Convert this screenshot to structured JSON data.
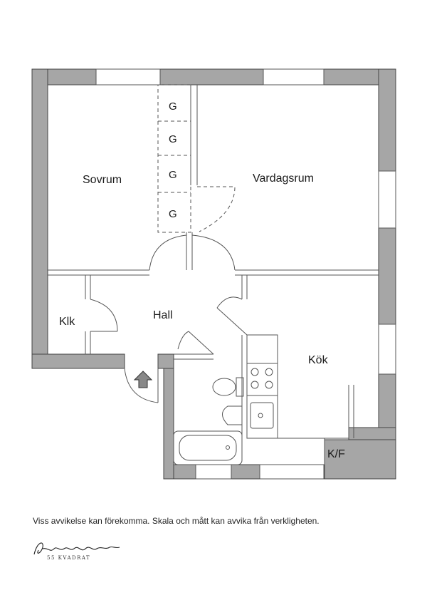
{
  "rooms": {
    "sovrum": "Sovrum",
    "vardagsrum": "Vardagsrum",
    "hall": "Hall",
    "klk": "Klk",
    "kok": "Kök",
    "kf": "K/F"
  },
  "wardrobes": [
    "G",
    "G",
    "G",
    "G"
  ],
  "disclaimer": "Viss avvikelse kan förekomma. Skala och mått kan avvika från verkligheten.",
  "logo": {
    "script": "Femtiofem",
    "sub": "55 KVADRAT"
  },
  "colors": {
    "wall": "#a6a6a6",
    "background": "#ffffff",
    "line": "#555555"
  }
}
